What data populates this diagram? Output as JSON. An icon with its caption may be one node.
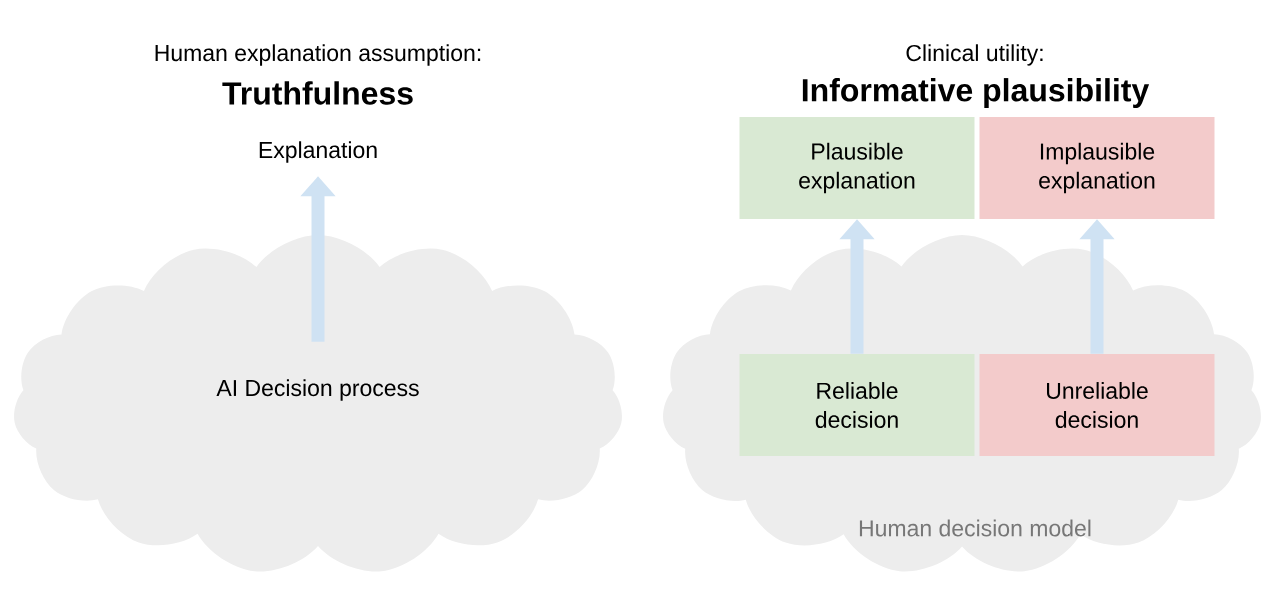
{
  "diagram": {
    "nodes": [
      {
        "text": [
          "Explanation"
        ]
      },
      {
        "text": [],
        "shape": "cloud"
      },
      {
        "text": [
          "AI Decision process"
        ],
        "in": 1
      },
      {
        "text": [
          "Plausible explanation"
        ]
      },
      {
        "text": [
          "Implausible explanation"
        ]
      },
      {
        "text": [
          "Human decision model"
        ]
      },
      {
        "text": [
          "Reliable decision"
        ],
        "in": 5
      },
      {
        "text": [
          "Unreliable decision"
        ],
        "in": 5
      }
    ],
    "edges": [
      {
        "from": 2,
        "to": 0,
        "arrow": "to"
      },
      {
        "from": 6,
        "to": 3,
        "arrow": "to"
      },
      {
        "from": 7,
        "to": 4,
        "arrow": "to"
      }
    ],
    "labels": [
      "Human explanation assumption:",
      "Truthfulness",
      "Clinical utility:",
      "Informative plausibility"
    ]
  }
}
